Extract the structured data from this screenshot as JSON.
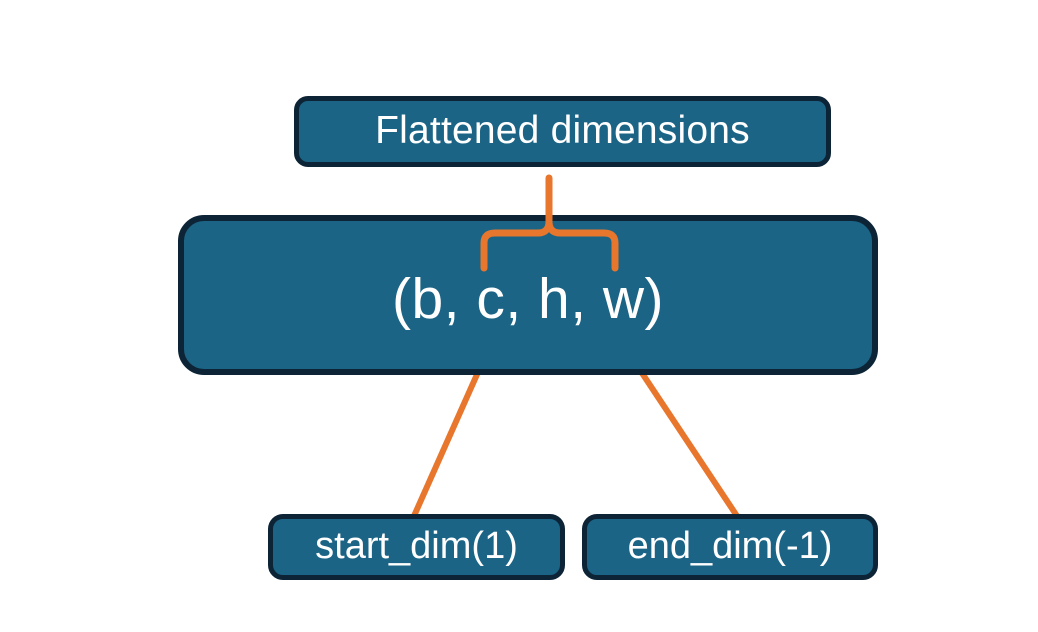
{
  "diagram": {
    "title_text": "Flattened dimensions",
    "background_color": "#ffffff",
    "node_fill_color": "#1b6485",
    "node_border_color": "#0d2436",
    "node_text_color": "#ffffff",
    "connector_color": "#e8762c",
    "nodes": {
      "flattened": {
        "label": "Flattened dimensions"
      },
      "shape": {
        "label": "(b, c, h, w)"
      },
      "start_dim": {
        "label": "start_dim(1)"
      },
      "end_dim": {
        "label": "end_dim(-1)"
      }
    },
    "connectors": {
      "brace": {
        "name": "curly-brace-connector",
        "covers": "c, h, w"
      },
      "arrow_start_dim": {
        "name": "start-dim-arrow",
        "points_to": "c"
      },
      "arrow_end_dim": {
        "name": "end-dim-arrow",
        "points_to": "w"
      }
    }
  }
}
